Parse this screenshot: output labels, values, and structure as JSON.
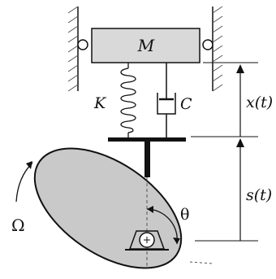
{
  "labels": {
    "mass": "M",
    "spring": "K",
    "damper": "C",
    "displacement": "x(t)",
    "cam_lift": "s(t)",
    "angular_velocity": "Ω",
    "angle": "θ"
  },
  "colors": {
    "mass_fill": "#d9d9d9",
    "cam_fill": "#c9c9c9",
    "stroke": "#111111",
    "wall_hatch": "#555555"
  }
}
